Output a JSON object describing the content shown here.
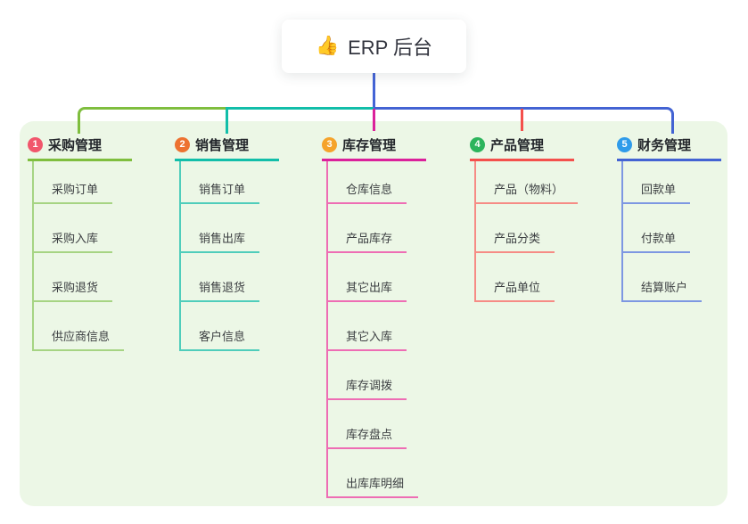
{
  "root": {
    "icon": "👍",
    "title": "ERP 后台"
  },
  "branches": [
    {
      "index": "1",
      "title": "采购管理",
      "badge_color": "#F1566C",
      "line_color": "#7FBE3E",
      "child_line_color": "#A6D483",
      "children": [
        "采购订单",
        "采购入库",
        "采购退货",
        "供应商信息"
      ]
    },
    {
      "index": "2",
      "title": "销售管理",
      "badge_color": "#ED7231",
      "line_color": "#12BEA9",
      "child_line_color": "#4FCDBB",
      "children": [
        "销售订单",
        "销售出库",
        "销售退货",
        "客户信息"
      ]
    },
    {
      "index": "3",
      "title": "库存管理",
      "badge_color": "#F5A32B",
      "line_color": "#DB219B",
      "child_line_color": "#EE6DB4",
      "children": [
        "仓库信息",
        "产品库存",
        "其它出库",
        "其它入库",
        "库存调拨",
        "库存盘点",
        "出库库明细"
      ]
    },
    {
      "index": "4",
      "title": "产品管理",
      "badge_color": "#2CB45C",
      "line_color": "#F4504C",
      "child_line_color": "#F68B85",
      "children": [
        "产品（物料）",
        "产品分类",
        "产品单位"
      ]
    },
    {
      "index": "5",
      "title": "财务管理",
      "badge_color": "#2F9BEA",
      "line_color": "#4363D3",
      "child_line_color": "#7D97E2",
      "children": [
        "回款单",
        "付款单",
        "结算账户"
      ]
    }
  ],
  "colors": {
    "canvas_bg": "#FFFFFF",
    "panel_bg": "#ECF7E6",
    "root_connector": "#4464D6",
    "title_text": "#23262B",
    "child_text": "#3C3F42"
  }
}
